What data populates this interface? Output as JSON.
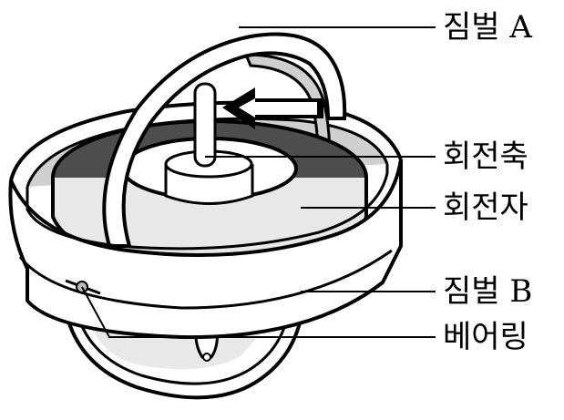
{
  "labels": {
    "gimbal_a": "짐벌 A",
    "spin_axis": "회전축",
    "rotor": "회전자",
    "gimbal_b": "짐벌 B",
    "bearing": "베어링"
  },
  "colors": {
    "stroke": "#000000",
    "background": "#ffffff",
    "rotor_dark": "#4d4d4d",
    "inner_gray": "#cfcfcf",
    "light_gray": "#e8e8e8",
    "arrow": "#000000"
  }
}
